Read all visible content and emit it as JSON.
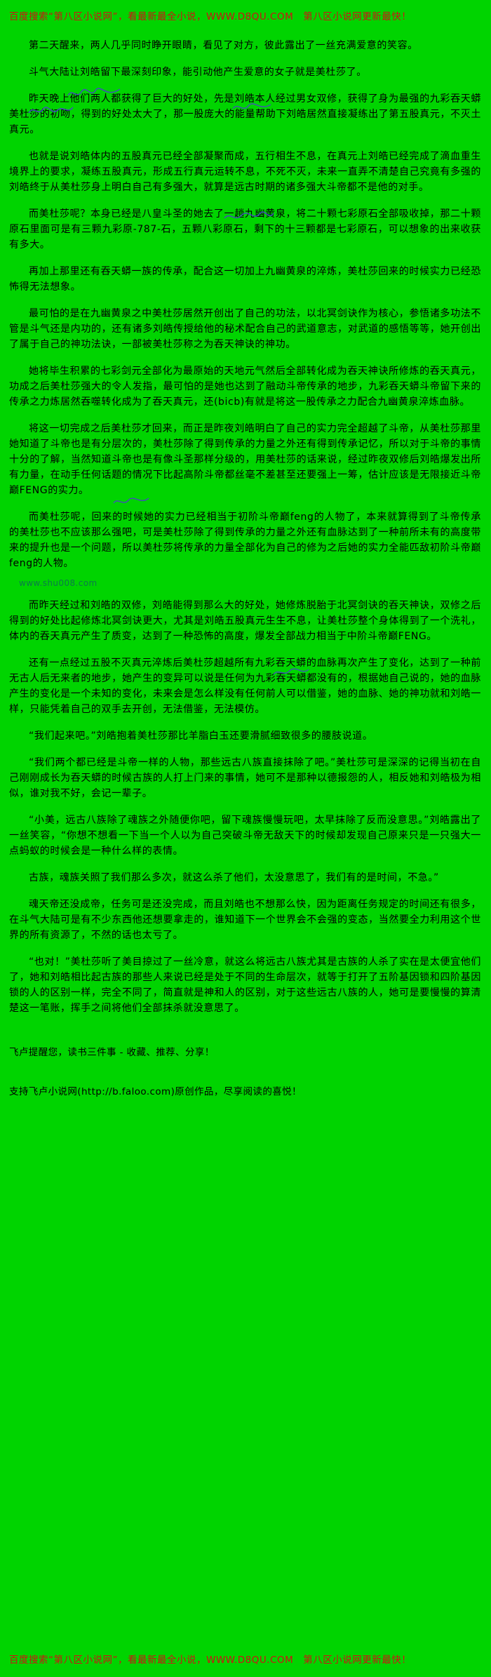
{
  "page": {
    "background_color": "#00d400",
    "body_text_color": "#000000",
    "promo_text_color": "#cf1212",
    "watermark_color": "#0b7a4a",
    "scribble_color": "#4747c8"
  },
  "promo": {
    "top": "百度搜索“第八区小说网”，看最新最全小说，WWW.D8QU.COM　第八区小说网更新最快！",
    "bottom": "百度搜索“第八区小说网”，看最新最全小说，WWW.D8QU.COM　第八区小说网更新最快！"
  },
  "watermark": "www.shu008.com",
  "paragraphs": [
    "第二天醒来，两人几乎同时睁开眼睛，看见了对方，彼此露出了一丝充满爱意的笑容。",
    "斗气大陆让刘皓留下最深刻印象，能引动他产生爱意的女子就是美杜莎了。",
    "昨天晚上他们两人都获得了巨大的好处，先是刘皓本人经过男女双修，获得了身为最强的九彩吞天蟒美杜莎的初吻，得到的好处太大了，那一股庞大的能量帮助下刘皓居然直接凝练出了第五股真元，不灭土真元。",
    "也就是说刘皓体内的五股真元已经全部凝聚而成，五行相生不息，在真元上刘皓已经完成了滴血重生境界上的要求，凝练五股真元，形成五行真元运转不息，不死不灭，未来一直弄不清楚自己究竟有多强的刘皓终于从美杜莎身上明白自己有多强大，就算是远古时期的诸多强大斗帝都不是他的对手。",
    "而美杜莎呢？本身已经是八皇斗圣的她去了一趟九幽黄泉，将二十颗七彩原石全部吸收掉，那二十颗原石里面可是有三颗九彩原-787-石，五颗八彩原石，剩下的十三颗都是七彩原石，可以想象的出来收获有多大。",
    "再加上那里还有吞天蟒一族的传承，配合这一切加上九幽黄泉的淬炼，美杜莎回来的时候实力已经恐怖得无法想象。",
    "最可怕的是在九幽黄泉之中美杜莎居然开创出了自己的功法，以北冥剑诀作为核心，参悟诸多功法不管是斗气还是内功的，还有诸多刘皓传授给他的秘术配合自己的武道意志，对武道的感悟等等，她开创出了属于自己的神功法诀，一部被美杜莎称之为吞天神诀的神功。",
    "她将毕生积累的七彩剑元全部化为最原始的天地元气然后全部转化成为吞天神诀所修炼的吞天真元，功成之后美杜莎强大的令人发指，最可怕的是她也达到了融动斗帝传承的地步，九彩吞天蟒斗帝留下来的传承之力炼居然吞噬转化成为了吞天真元，还(bicb)有就是将这一股传承之力配合九幽黄泉淬炼血脉。",
    "将这一切完成之后美杜莎才回来，而正是昨夜刘皓明白了自己的实力完全超越了斗帝，从美杜莎那里她知道了斗帝也是有分层次的，美杜莎除了得到传承的力量之外还有得到传承记忆，所以对于斗帝的事情十分的了解，当然知道斗帝也是有像斗圣那样分级的，用美杜莎的话来说，经过昨夜双修后刘皓爆发出所有力量，在动手任何话题的情况下比起高阶斗帝都丝毫不差甚至还要强上一筹，估计应该是无限接近斗帝巅FENG的实力。",
    "而美杜莎呢，回来的时候她的实力已经相当于初阶斗帝巅feng的人物了，本来就算得到了斗帝传承的美杜莎也不应该那么强吧，可是美杜莎除了得到传承的力量之外还有血脉达到了一种前所未有的高度带来的提升也是一个问题，所以美杜莎将传承的力量全部化为自己的修为之后她的实力全能匹敌初阶斗帝巅feng的人物。",
    "而昨天经过和刘皓的双修，刘皓能得到那么大的好处，她修炼脱胎于北冥剑诀的吞天神诀，双修之后得到的好处比起修炼北冥剑诀更大，尤其是刘皓五股真元生生不息，让美杜莎整个身体得到了一个洗礼，体内的吞天真元产生了质变，达到了一种恐怖的高度，爆发全部战力相当于中阶斗帝巅FENG。",
    "还有一点经过五股不灭真元淬炼后美杜莎超越所有九彩吞天蟒的血脉再次产生了变化，达到了一种前无古人后无来者的地步，她产生的变异可以说是任何为九彩吞天蟒都没有的，根据她自己说的，她的血脉产生的变化是一个未知的变化，未来会是怎么样没有任何前人可以借鉴，她的血脉、她的神功就和刘皓一样，只能凭着自己的双手去开创，无法借鉴，无法模仿。",
    "“我们起来吧。”刘皓抱着美杜莎那比羊脂白玉还要滑腻细致很多的腰肢说道。",
    "“我们两个都已经是斗帝一样的人物，那些远古八族直接抹除了吧。”美杜莎可是深深的记得当初在自己刚刚成长为吞天蟒的时候古族的人打上门来的事情，她可不是那种以德报怨的人，相反她和刘皓极为相似，谁对我不好，会记一辈子。",
    "“小美，远古八族除了魂族之外随便你吧，留下魂族慢慢玩吧，太早抹除了反而没意思。”刘皓露出了一丝笑容，“你想不想看一下当一个人以为自己突破斗帝无敌天下的时候却发现自己原来只是一只强大一点蚂蚁的时候会是一种什么样的表情。",
    "古族，魂族关照了我们那么多次，就这么杀了他们，太没意思了，我们有的是时间，不急。”",
    "魂天帝还没成帝，任务可是还没完成，而且刘皓也不想那么快，因为距离任务规定的时间还有很多，在斗气大陆可是有不少东西他还想要拿走的，谁知道下一个世界会不会强的变态，当然要全力利用这个世界的所有资源了，不然的话也太亏了。",
    "“也对！”美杜莎听了美目掠过了一丝冷意，就这么将远古八族尤其是古族的人杀了实在是太便宜他们了，她和刘皓相比起古族的那些人来说已经是处于不同的生命层次，就等于打开了五阶基因锁和四阶基因锁的人的区别一样，完全不同了，简直就是神和人的区别，对于这些远古八族的人，她可是要慢慢的算清楚这一笔账，挥手之间将他们全部抹杀就没意思了。"
  ],
  "reader_notes": {
    "reminder": "飞卢提醒您，读书三件事 - 收藏、推荐、分享！",
    "support": "支持飞卢小说网(http://b.faloo.com)原创作品，尽享阅读的喜悦！"
  }
}
